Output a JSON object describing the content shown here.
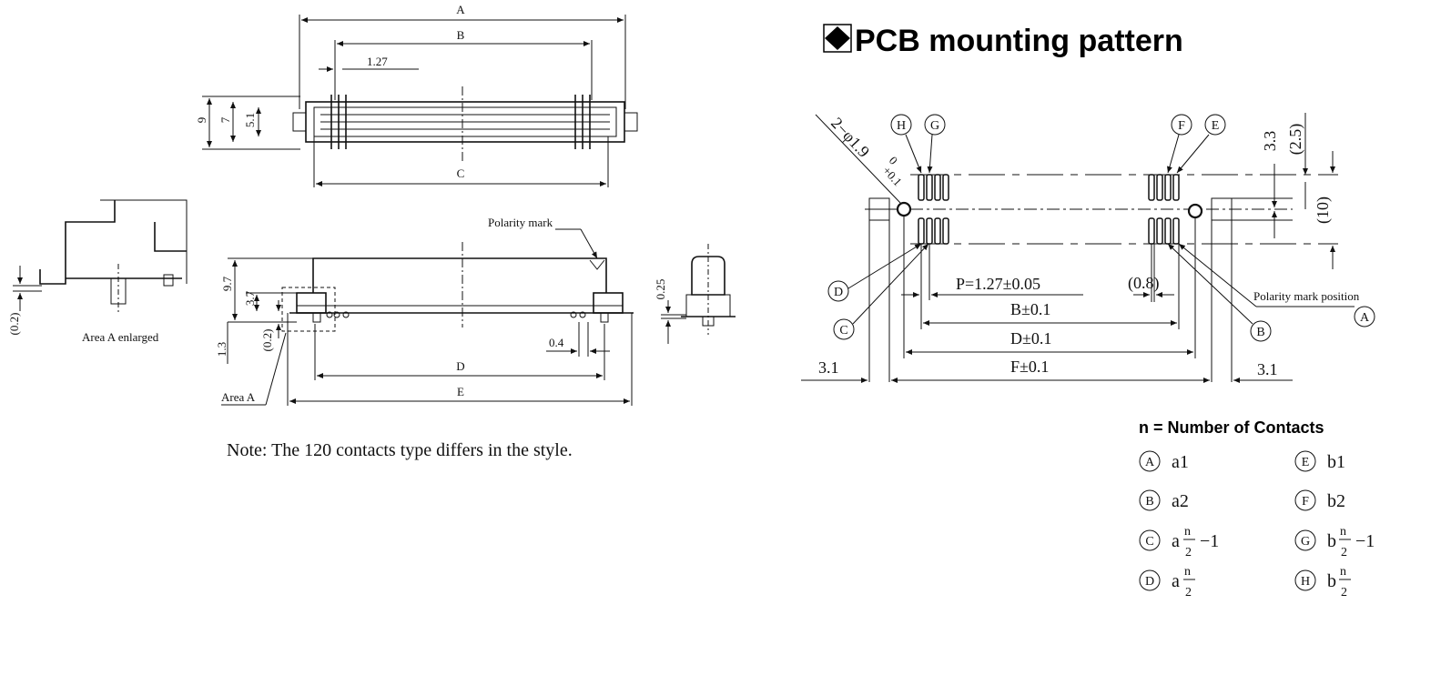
{
  "left_drawing": {
    "top_view": {
      "dim_a": "A",
      "dim_b": "B",
      "dim_c": "C",
      "pitch": "1.27",
      "h9": "9",
      "h7": "7",
      "h51": "5.1"
    },
    "front_view": {
      "polarity_label": "Polarity mark",
      "h97": "9.7",
      "h37": "3.7",
      "h13": "1.3",
      "h02": "(0.2)",
      "d04": "0.4",
      "dim_d": "D",
      "dim_e": "E",
      "area_a": "Area A"
    },
    "detail": {
      "label": "Area A enlarged",
      "h02": "(0.2)"
    },
    "side_view": {
      "h025": "0.25"
    },
    "note": "Note: The 120 contacts type differs in the style."
  },
  "pcb": {
    "title": "PCB mounting pattern",
    "hole_label": "2−φ1.9",
    "hole_tol": "+0.1",
    "hole_tol2": "0",
    "pitch": "P=1.27±0.05",
    "b": "B±0.1",
    "d": "D±0.1",
    "f": "F±0.1",
    "w08": "(0.8)",
    "left31": "3.1",
    "right31": "3.1",
    "v33": "3.3",
    "v25": "(2.5)",
    "v10": "(10)",
    "polarity": "Polarity mark position",
    "callouts": [
      "H",
      "G",
      "F",
      "E",
      "D",
      "C",
      "B",
      "A"
    ]
  },
  "legend": {
    "heading": "n = Number of Contacts",
    "items": [
      {
        "mark": "A",
        "text": "a1"
      },
      {
        "mark": "E",
        "text": "b1"
      },
      {
        "mark": "B",
        "text": "a2"
      },
      {
        "mark": "F",
        "text": "b2"
      },
      {
        "mark": "C",
        "pre": "a",
        "frac": "n",
        "den": "2",
        "post": "−1"
      },
      {
        "mark": "G",
        "pre": "b",
        "frac": "n",
        "den": "2",
        "post": "−1"
      },
      {
        "mark": "D",
        "pre": "a",
        "frac": "n",
        "den": "2",
        "post": ""
      },
      {
        "mark": "H",
        "pre": "b",
        "frac": "n",
        "den": "2",
        "post": ""
      }
    ]
  }
}
